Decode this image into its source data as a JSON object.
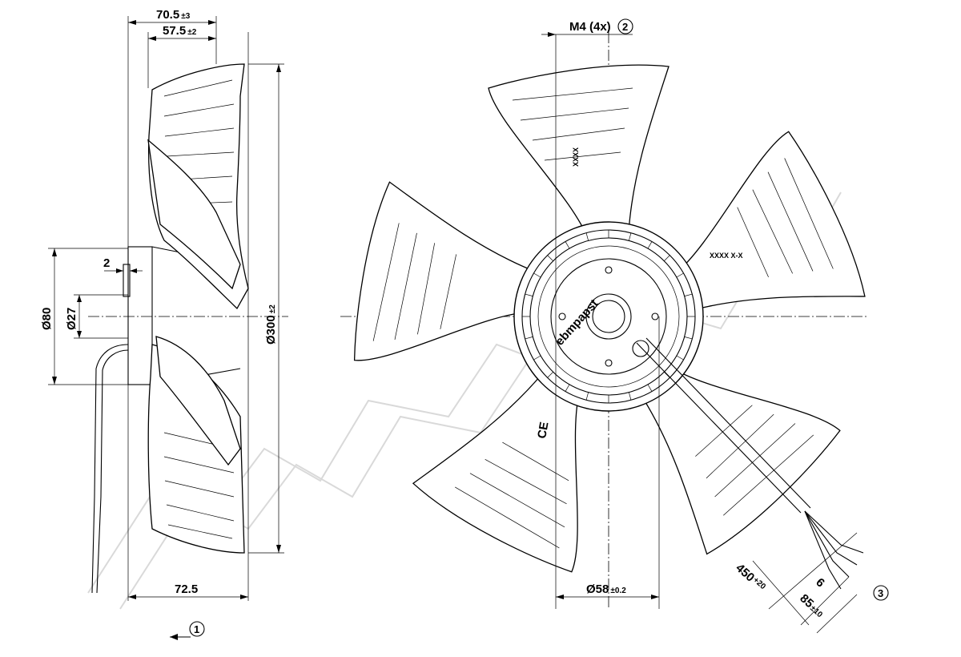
{
  "dimensions": {
    "d70": {
      "main": "70.5",
      "tol": "±3"
    },
    "d57": {
      "main": "57.5",
      "tol": "±2"
    },
    "d72": {
      "main": "72.5"
    },
    "d2": {
      "main": "2"
    },
    "d80": {
      "main": "Ø80"
    },
    "d27": {
      "main": "Ø27"
    },
    "d300": {
      "main": "Ø300",
      "tol": "±2"
    },
    "dM4": {
      "main": "M4 (4x)"
    },
    "d58": {
      "main": "Ø58",
      "tol": "±0.2"
    },
    "d450": {
      "main": "450",
      "tol": "+20"
    },
    "d6": {
      "main": "6"
    },
    "d85": {
      "main": "85",
      "tol": "±10"
    }
  },
  "callouts": {
    "c1": "1",
    "c2": "2",
    "c3": "3"
  },
  "labels": {
    "brand": "ebmpapst",
    "ce_mark": "CE",
    "part_code": "XXXX",
    "part_code2": "XXXX  X-X"
  }
}
